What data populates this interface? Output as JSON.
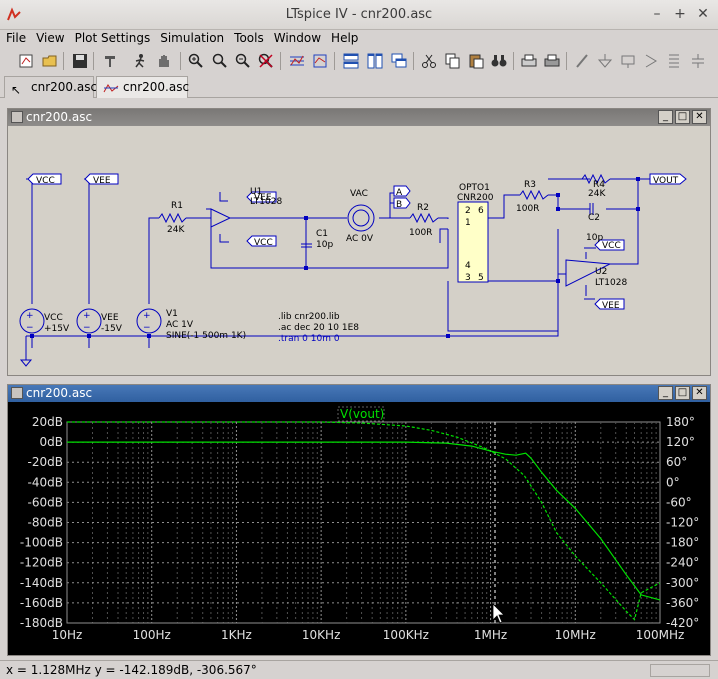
{
  "window": {
    "title": "LTspice IV - cnr200.asc",
    "minimize": "–",
    "maximize": "+",
    "close": "✕"
  },
  "menu": [
    "File",
    "View",
    "Plot Settings",
    "Simulation",
    "Tools",
    "Window",
    "Help"
  ],
  "toolbar": [
    "new-schematic",
    "open",
    "save",
    "control-panel",
    "run",
    "halt",
    "zoom-in",
    "zoom-area",
    "zoom-out",
    "zoom-cancel",
    "autorange",
    "zoom-fit",
    "tile-horizontal",
    "tile-vertical",
    "cascade",
    "cut",
    "copy",
    "paste",
    "find",
    "print-preview",
    "print",
    "draw-wire",
    "ground",
    "label-net",
    "component",
    "resistor",
    "capacitor"
  ],
  "tabs": [
    {
      "label": "cnr200.asc",
      "active": false
    },
    {
      "label": "cnr200.asc",
      "active": true
    }
  ],
  "schematic": {
    "title": "cnr200.asc",
    "labels": {
      "vcc1": "VCC",
      "vee1": "VEE",
      "vee2": "VEE",
      "vcc2": "VCC",
      "a": "A",
      "b": "B",
      "vout": "VOUT",
      "vcc3": "VCC",
      "vee3": "VEE",
      "r1": "R1",
      "r1v": "24K",
      "u1": "U1",
      "u1t": "LT1028",
      "c1": "C1",
      "c1v": "10p",
      "vac": "VAC",
      "vacv": "AC 0V",
      "r2": "R2",
      "r2v": "100R",
      "opto": "OPTO1",
      "optot": "CNR200",
      "p2": "2",
      "p6": "6",
      "p1": "1",
      "p4": "4",
      "p3": "3",
      "p5": "5",
      "r3": "R3",
      "r3v": "100R",
      "r4": "R4",
      "r4v": "24K",
      "c2": "C2",
      "c2v": "10p",
      "u2": "U2",
      "u2t": "LT1028",
      "vccs": "VCC",
      "vccsv": "+15V",
      "vees": "VEE",
      "veesv": "-15V",
      "v1": "V1",
      "v1a": "AC 1V",
      "v1b": "SINE(-1 500m 1K)",
      "dir1": ".lib cnr200.lib",
      "dir2": ".ac dec 20 10 1E8",
      "dir3": ".tran 0 10m 0"
    }
  },
  "plot": {
    "title": "cnr200.asc",
    "trace": "V(vout)",
    "colors": {
      "trace": "#00e000",
      "grid": "#909090",
      "bg": "#000000"
    },
    "chart_data": {
      "type": "line",
      "xlabel": "",
      "ylabel": "",
      "x_scale": "log",
      "xlim": [
        10,
        100000000
      ],
      "x_ticks": [
        "10Hz",
        "100Hz",
        "1KHz",
        "10KHz",
        "100KHz",
        "1MHz",
        "10MHz",
        "100MHz"
      ],
      "ylim_left": [
        -180,
        20
      ],
      "y_ticks_left": [
        "20dB",
        "0dB",
        "-20dB",
        "-40dB",
        "-60dB",
        "-80dB",
        "-100dB",
        "-120dB",
        "-140dB",
        "-160dB",
        "-180dB"
      ],
      "ylim_right": [
        -420,
        180
      ],
      "y_ticks_right": [
        "180°",
        "120°",
        "60°",
        "0°",
        "-60°",
        "-120°",
        "-180°",
        "-240°",
        "-300°",
        "-360°",
        "-420°"
      ],
      "series": [
        {
          "name": "V(vout)",
          "style": "solid",
          "axis": "left",
          "x": [
            10,
            10000,
            100000,
            300000,
            600000,
            1000000,
            1500000,
            2000000,
            2600000,
            3000000,
            4000000,
            6000000,
            10000000,
            20000000,
            40000000,
            60000000,
            100000000
          ],
          "y": [
            0,
            0,
            0,
            -1,
            -4,
            -9,
            -12,
            -13,
            -11,
            -16,
            -30,
            -48,
            -66,
            -96,
            -132,
            -152,
            -157
          ]
        },
        {
          "name": "V(vout) phase",
          "style": "dashed",
          "axis": "right",
          "x": [
            10,
            10000,
            30000,
            100000,
            200000,
            400000,
            800000,
            1500000,
            2500000,
            4000000,
            6000000,
            10000000,
            20000000,
            40000000,
            50000000,
            60000000,
            100000000
          ],
          "y": [
            180,
            180,
            177,
            168,
            155,
            135,
            105,
            70,
            20,
            -60,
            -150,
            -220,
            -300,
            -385,
            -410,
            -330,
            -300
          ]
        }
      ],
      "cursor_x": 1128000
    }
  },
  "status": {
    "text": "x = 1.128MHz   y = -142.189dB, -306.567°"
  }
}
